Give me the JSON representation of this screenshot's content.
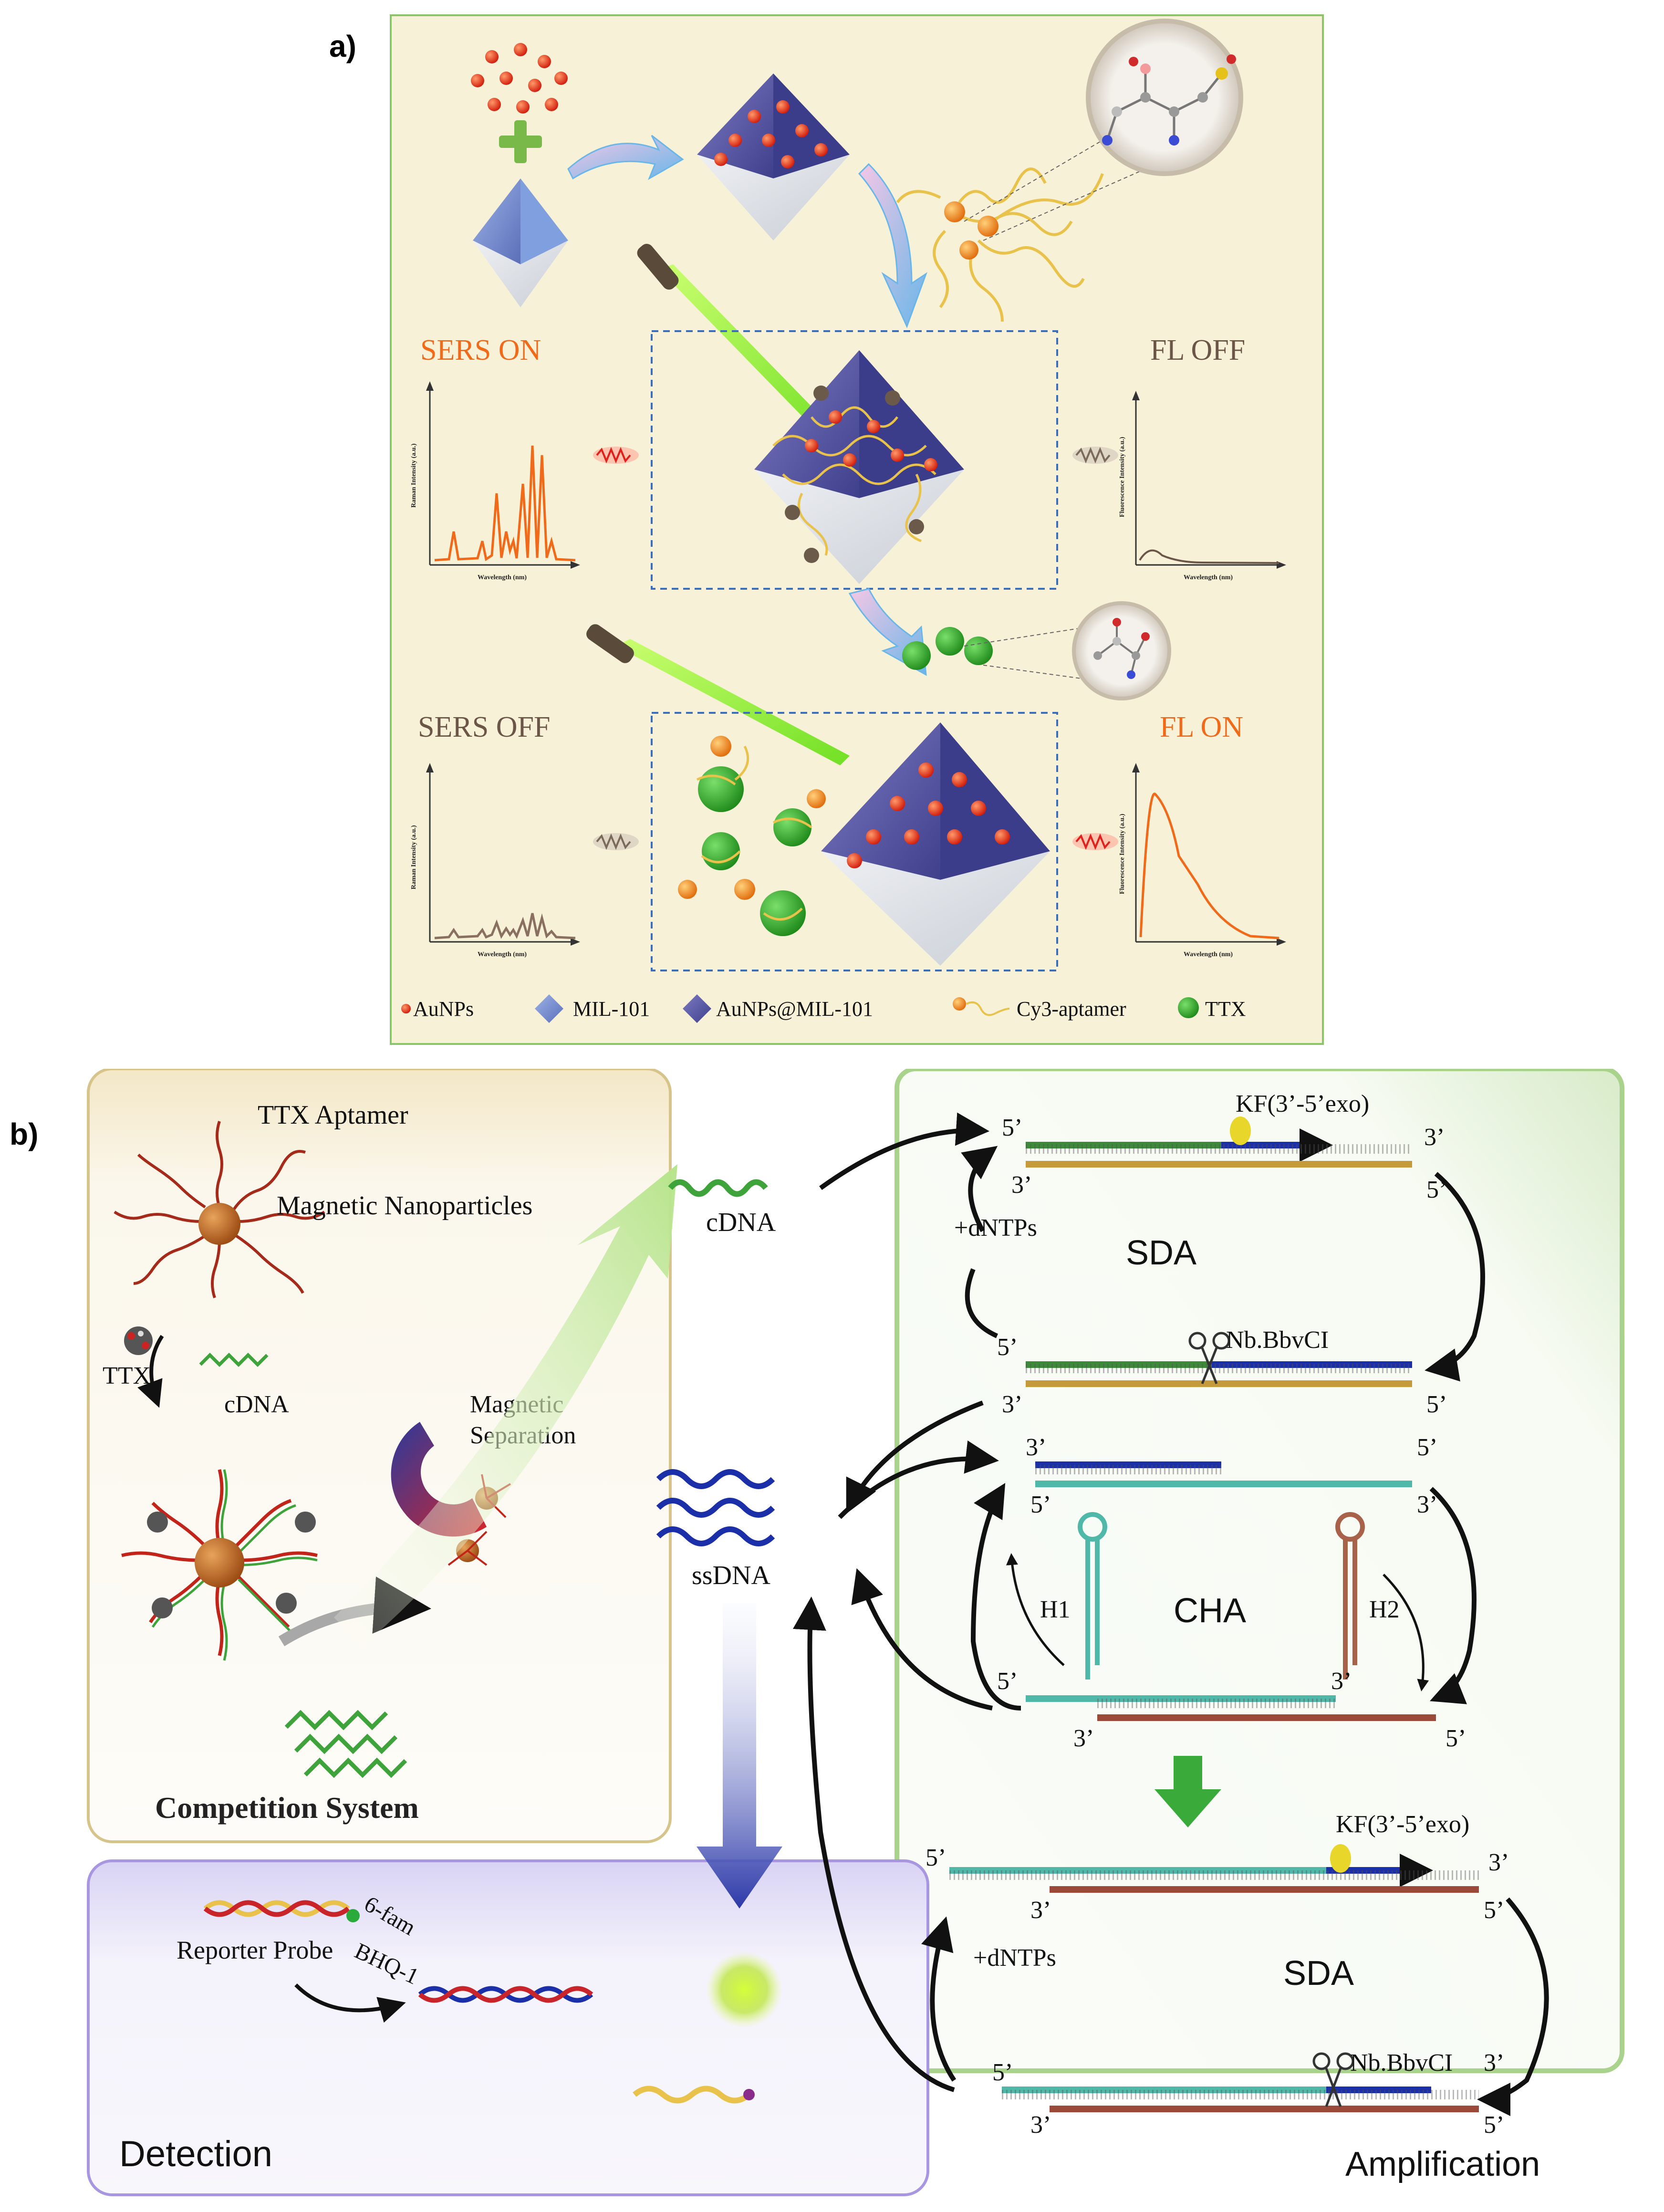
{
  "panel_a": {
    "label": "a)",
    "sers_on": "SERS ON",
    "fl_off": "FL OFF",
    "sers_off": "SERS OFF",
    "fl_on": "FL ON",
    "raman_ylabel": "Raman Intensity (a.u.)",
    "fluor_ylabel": "Fluorescence Intensity (a.u.)",
    "xlabel": "Wavelength (nm)",
    "legend": {
      "aunps": "AuNPs",
      "mil101": "MIL-101",
      "aunps_mil101": "AuNPs@MIL-101",
      "cy3": "Cy3-aptamer",
      "ttx": "TTX"
    },
    "colors": {
      "highlight": "#f06a1a",
      "muted": "#6b5546",
      "background": "#f7f1d8",
      "border": "#8cc46a"
    }
  },
  "panel_b": {
    "label": "b)",
    "competition": {
      "title": "Competition System",
      "ttx_aptamer": "TTX Aptamer",
      "magnetic_nanoparticles": "Magnetic Nanoparticles",
      "ttx": "TTX",
      "cdna": "cDNA",
      "magnetic_separation_1": "Magnetic",
      "magnetic_separation_2": "Separation"
    },
    "detection": {
      "title": "Detection",
      "reporter_probe": "Reporter Probe",
      "fam": "6-fam",
      "bhq": "BHQ-1"
    },
    "amplification": {
      "title": "Amplification",
      "cdna": "cDNA",
      "ssdna": "ssDNA",
      "sda": "SDA",
      "cha": "CHA",
      "dntps": "+dNTPs",
      "kf": "KF(3’-5’exo)",
      "nb": "Nb.BbvCI",
      "h1": "H1",
      "h2": "H2",
      "five_prime": "5’",
      "three_prime": "3’"
    }
  }
}
